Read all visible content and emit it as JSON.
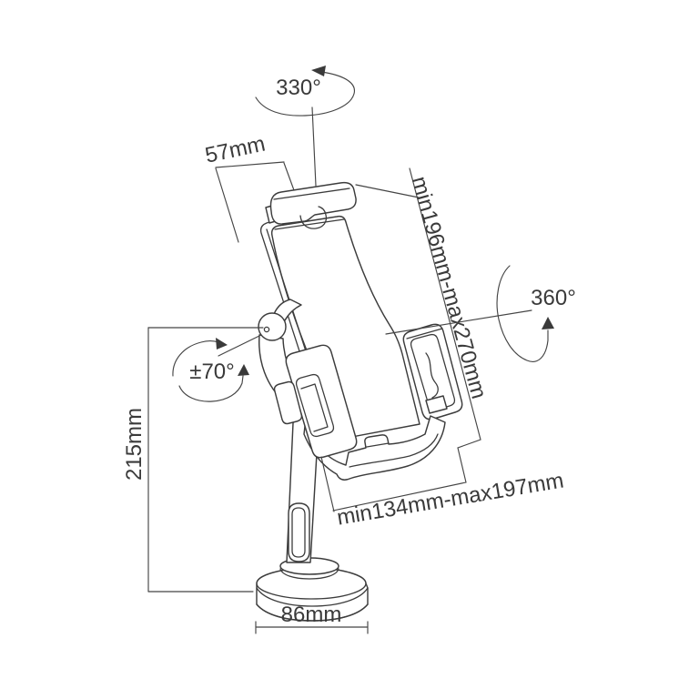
{
  "page": {
    "background_color": "#ffffff",
    "line_color": "#3c3c3c",
    "text_color": "#3a3a3a",
    "title": "Tablet floor/desk stand dimension drawing"
  },
  "diagram": {
    "type": "technical-line-drawing",
    "subject": "tilting tablet holder on pedestal stand with round base",
    "annotations": {
      "rotation_top": {
        "label": "330°",
        "kind": "rotation",
        "position": "top"
      },
      "clamp_depth": {
        "label": "57mm",
        "kind": "dimension",
        "position": "upper-left"
      },
      "holder_height_range": {
        "label": "min196mm-max270mm",
        "kind": "dimension",
        "position": "right-diagonal"
      },
      "rotation_side": {
        "label": "360°",
        "kind": "rotation",
        "position": "right"
      },
      "tilt_range": {
        "label": "±70°",
        "kind": "rotation",
        "position": "left-of-pivot"
      },
      "pole_height": {
        "label": "215mm",
        "kind": "dimension",
        "position": "left-vertical"
      },
      "holder_width_range": {
        "label": "min134mm-max197mm",
        "kind": "dimension",
        "position": "bottom-right-diagonal"
      },
      "base_diameter": {
        "label": "86mm",
        "kind": "dimension",
        "position": "bottom"
      }
    }
  }
}
